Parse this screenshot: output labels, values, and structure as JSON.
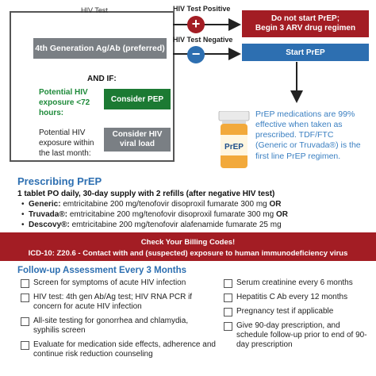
{
  "flow": {
    "hiv_test_top": "HIV Test",
    "ag_ab_box": "4th Generation Ag/Ab (preferred)",
    "and_if": "AND IF:",
    "pep_condition": "Potential HIV exposure <72 hours:",
    "pep_button": "Consider PEP",
    "viral_condition": "Potential HIV exposure within the last month:",
    "viral_button": "Consider HIV viral load",
    "positive_label": "HIV Test Positive",
    "negative_label": "HIV Test Negative",
    "positive_symbol": "+",
    "negative_symbol": "−",
    "positive_line1": "Do not start PrEP;",
    "positive_line2": "Begin 3 ARV drug regimen",
    "negative_action": "Start PrEP",
    "pill_label": "PrEP",
    "efficacy_text": "PrEP medications are 99% effective when taken as prescribed. TDF/FTC (Generic or Truvada®) is the first line PrEP regimen."
  },
  "prescribing": {
    "title": "Prescribing PrEP",
    "subtitle": "1 tablet PO daily, 30-day supply with 2 refills (after negative HIV test)",
    "items": [
      {
        "name": "Generic:",
        "desc": " emtricitabine 200 mg/tenofovir disoproxil fumarate 300 mg ",
        "suffix": "OR"
      },
      {
        "name": "Truvada®:",
        "desc": " emtricitabine 200 mg/tenofovir disoproxil fumarate 300 mg ",
        "suffix": "OR"
      },
      {
        "name": "Descovy®:",
        "desc": " emtricitabine 200 mg/tenofovir alafenamide fumarate 25 mg",
        "suffix": ""
      }
    ]
  },
  "billing": {
    "line1": "Check Your Billing Codes!",
    "line2": "ICD-10: Z20.6  - Contact with and (suspected) exposure to human immunodeficiency virus"
  },
  "followup": {
    "title": "Follow-up Assessment Every 3 Months",
    "left": [
      "Screen for symptoms of acute HIV infection",
      "HIV test: 4th gen Ab/Ag test; HIV RNA PCR if concern for acute HIV infection",
      "All-site testing for gonorrhea and chlamydia, syphilis screen",
      "Evaluate for medication side effects, adherence and continue risk reduction counseling"
    ],
    "right": [
      "Serum creatinine every 6 months",
      "Hepatitis C Ab every 12 months",
      "Pregnancy test if applicable",
      "Give 90-day prescription, and schedule follow-up prior to end of 90-day prescription"
    ]
  },
  "colors": {
    "red": "#a31d24",
    "blue": "#2d6fb1",
    "green": "#1c7a33",
    "gray": "#7a7f84"
  }
}
